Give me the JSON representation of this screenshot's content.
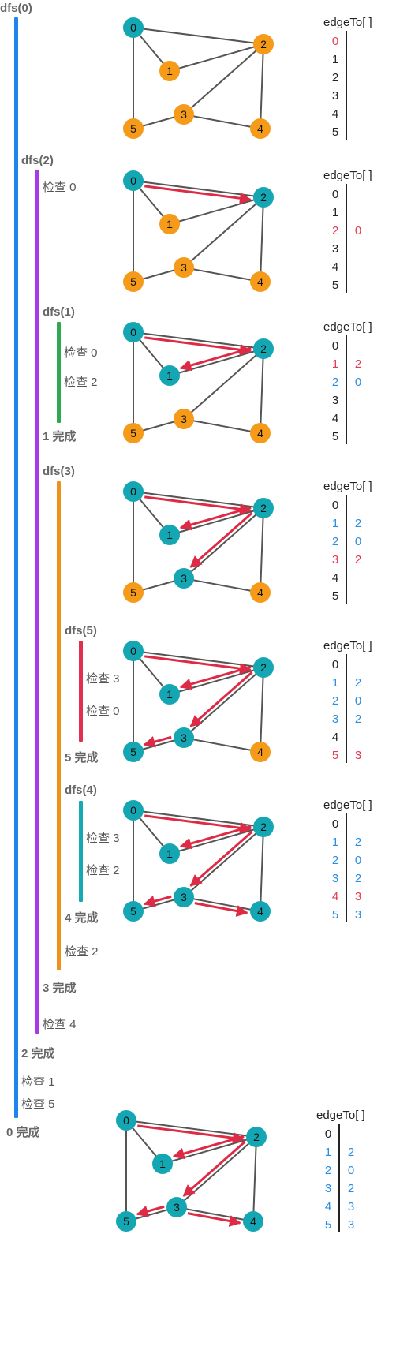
{
  "colors": {
    "teal": "#14a7b3",
    "orange": "#f59a19",
    "red_arrow": "#df2a46",
    "edge": "#555555",
    "highlight_red": "#e53950",
    "highlight_blue": "#2a8de0",
    "bar_dfs0": "#1e84ef",
    "bar_dfs2": "#a93be6",
    "bar_dfs1": "#2fa84f",
    "bar_dfs3": "#f0911b",
    "bar_dfs5": "#e0304e",
    "bar_dfs4": "#15a9b4"
  },
  "trace": {
    "dfs0": "dfs(0)",
    "dfs2": "dfs(2)",
    "check0_a": "检查 0",
    "dfs1": "dfs(1)",
    "check0_b": "检查 0",
    "check2_a": "检查 2",
    "done1": "1 完成",
    "dfs3": "dfs(3)",
    "dfs5": "dfs(5)",
    "check3_a": "检查 3",
    "check0_c": "检查 0",
    "done5": "5 完成",
    "dfs4": "dfs(4)",
    "check3_b": "检查 3",
    "check2_b": "检查 2",
    "done4": "4 完成",
    "check2_c": "检查 2",
    "done3": "3 完成",
    "check4": "检查 4",
    "done2": "2 完成",
    "check1": "检查 1",
    "check5": "检查 5",
    "done0": "0 完成"
  },
  "edge_title": "edgeTo[ ]",
  "vertex_labels": [
    "0",
    "1",
    "2",
    "3",
    "4",
    "5"
  ],
  "panels": [
    {
      "visited": [
        0
      ],
      "arrows": [],
      "edgeTo": [
        {
          "v": "0",
          "to": "",
          "c": "red"
        },
        {
          "v": "1",
          "to": "",
          "c": "black"
        },
        {
          "v": "2",
          "to": "",
          "c": "black"
        },
        {
          "v": "3",
          "to": "",
          "c": "black"
        },
        {
          "v": "4",
          "to": "",
          "c": "black"
        },
        {
          "v": "5",
          "to": "",
          "c": "black"
        }
      ]
    },
    {
      "visited": [
        0,
        2
      ],
      "arrows": [
        [
          0,
          2
        ]
      ],
      "edgeTo": [
        {
          "v": "0",
          "to": "",
          "c": "black"
        },
        {
          "v": "1",
          "to": "",
          "c": "black"
        },
        {
          "v": "2",
          "to": "0",
          "c": "red"
        },
        {
          "v": "3",
          "to": "",
          "c": "black"
        },
        {
          "v": "4",
          "to": "",
          "c": "black"
        },
        {
          "v": "5",
          "to": "",
          "c": "black"
        }
      ]
    },
    {
      "visited": [
        0,
        2,
        1
      ],
      "arrows": [
        [
          0,
          2
        ],
        [
          2,
          1
        ]
      ],
      "edgeTo": [
        {
          "v": "0",
          "to": "",
          "c": "black"
        },
        {
          "v": "1",
          "to": "2",
          "c": "red"
        },
        {
          "v": "2",
          "to": "0",
          "c": "blue"
        },
        {
          "v": "3",
          "to": "",
          "c": "black"
        },
        {
          "v": "4",
          "to": "",
          "c": "black"
        },
        {
          "v": "5",
          "to": "",
          "c": "black"
        }
      ]
    },
    {
      "visited": [
        0,
        2,
        1,
        3
      ],
      "arrows": [
        [
          0,
          2
        ],
        [
          2,
          1
        ],
        [
          2,
          3
        ]
      ],
      "edgeTo": [
        {
          "v": "0",
          "to": "",
          "c": "black"
        },
        {
          "v": "1",
          "to": "2",
          "c": "blue"
        },
        {
          "v": "2",
          "to": "0",
          "c": "blue"
        },
        {
          "v": "3",
          "to": "2",
          "c": "red"
        },
        {
          "v": "4",
          "to": "",
          "c": "black"
        },
        {
          "v": "5",
          "to": "",
          "c": "black"
        }
      ]
    },
    {
      "visited": [
        0,
        2,
        1,
        3,
        5
      ],
      "arrows": [
        [
          0,
          2
        ],
        [
          2,
          1
        ],
        [
          2,
          3
        ],
        [
          3,
          5
        ]
      ],
      "edgeTo": [
        {
          "v": "0",
          "to": "",
          "c": "black"
        },
        {
          "v": "1",
          "to": "2",
          "c": "blue"
        },
        {
          "v": "2",
          "to": "0",
          "c": "blue"
        },
        {
          "v": "3",
          "to": "2",
          "c": "blue"
        },
        {
          "v": "4",
          "to": "",
          "c": "black"
        },
        {
          "v": "5",
          "to": "3",
          "c": "red"
        }
      ]
    },
    {
      "visited": [
        0,
        2,
        1,
        3,
        5,
        4
      ],
      "arrows": [
        [
          0,
          2
        ],
        [
          2,
          1
        ],
        [
          2,
          3
        ],
        [
          3,
          5
        ],
        [
          3,
          4
        ]
      ],
      "edgeTo": [
        {
          "v": "0",
          "to": "",
          "c": "black"
        },
        {
          "v": "1",
          "to": "2",
          "c": "blue"
        },
        {
          "v": "2",
          "to": "0",
          "c": "blue"
        },
        {
          "v": "3",
          "to": "2",
          "c": "blue"
        },
        {
          "v": "4",
          "to": "3",
          "c": "red"
        },
        {
          "v": "5",
          "to": "3",
          "c": "blue"
        }
      ]
    },
    {
      "visited": [
        0,
        2,
        1,
        3,
        5,
        4
      ],
      "arrows": [
        [
          0,
          2
        ],
        [
          2,
          1
        ],
        [
          2,
          3
        ],
        [
          3,
          5
        ],
        [
          3,
          4
        ]
      ],
      "edgeTo": [
        {
          "v": "0",
          "to": "",
          "c": "black"
        },
        {
          "v": "1",
          "to": "2",
          "c": "blue"
        },
        {
          "v": "2",
          "to": "0",
          "c": "blue"
        },
        {
          "v": "3",
          "to": "2",
          "c": "blue"
        },
        {
          "v": "4",
          "to": "3",
          "c": "blue"
        },
        {
          "v": "5",
          "to": "3",
          "c": "blue"
        }
      ]
    }
  ]
}
